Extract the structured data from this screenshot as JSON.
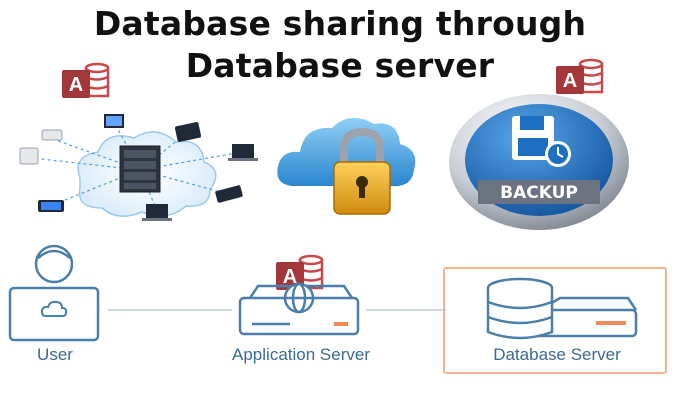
{
  "title": {
    "line1": "Database sharing through",
    "line2": "Database server"
  },
  "access_icon_letter": "A",
  "backup_label": "BACKUP",
  "architecture": {
    "nodes": [
      "User",
      "Application Server",
      "Database Server"
    ],
    "highlight_color": "#f0b48f",
    "label_color": "#3d6a8f",
    "line_color": "#cfd8dc"
  },
  "colors": {
    "access_red": "#a4373a",
    "access_cylinder": "#c9484c",
    "cloud_blue": "#4aa3df",
    "lock_gold": "#e2a21b",
    "backup_blue": "#1d6fc2",
    "outline_blue": "#4a7fa9"
  }
}
